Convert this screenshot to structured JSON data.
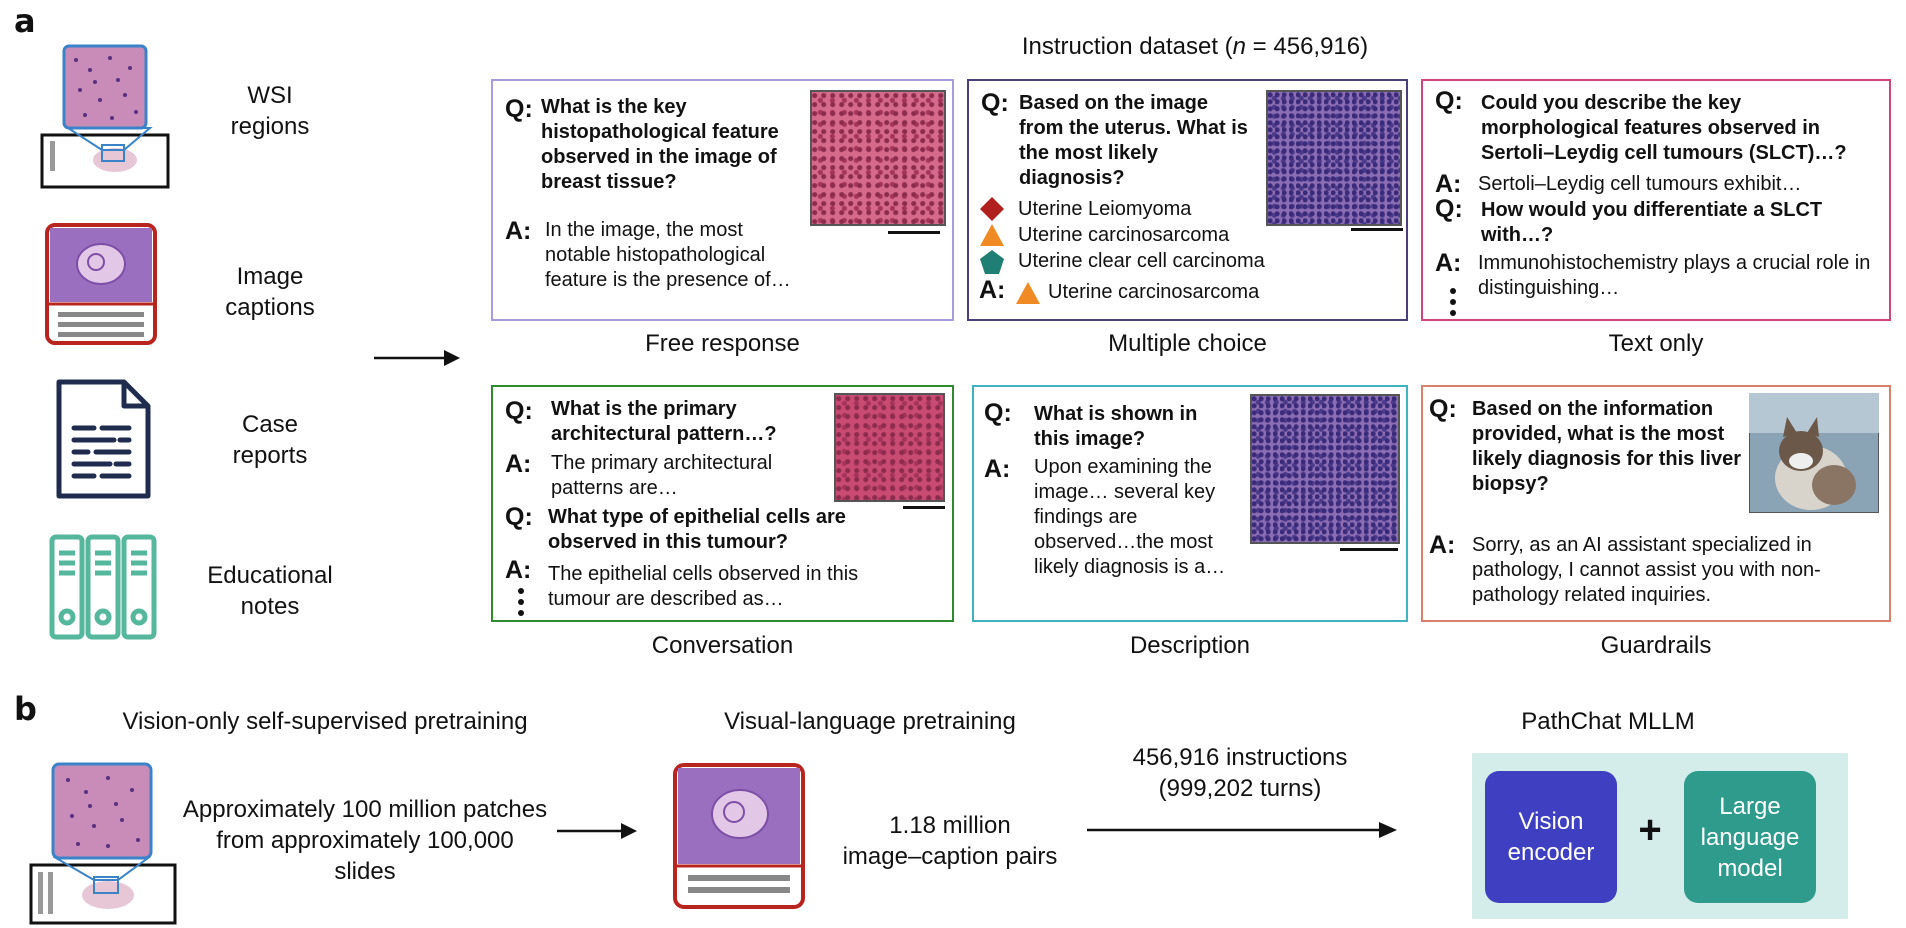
{
  "panel_a": {
    "letter": "a",
    "sources": [
      {
        "line1": "WSI",
        "line2": "regions"
      },
      {
        "line1": "Image",
        "line2": "captions"
      },
      {
        "line1": "Case",
        "line2": "reports"
      },
      {
        "line1": "Educational",
        "line2": "notes"
      }
    ],
    "dataset_title_prefix": "Instruction dataset (",
    "dataset_title_n": "n",
    "dataset_title_suffix": " = 456,916)",
    "q_mark": "Q:",
    "a_mark": "A:",
    "cards": {
      "free_response": {
        "caption": "Free response",
        "q": "What is the key histopathological feature observed in the image of breast tissue?",
        "a": "In the image, the most notable histopathological feature is the presence of…"
      },
      "multiple_choice": {
        "caption": "Multiple choice",
        "q": "Based on the image from the uterus. What is the most likely diagnosis?",
        "options": [
          "Uterine Leiomyoma",
          "Uterine carcinosarcoma",
          "Uterine clear cell carcinoma"
        ],
        "answer": "Uterine carcinosarcoma"
      },
      "text_only": {
        "caption": "Text only",
        "q1": "Could you describe the key morphological features observed in Sertoli–Leydig cell tumours (SLCT)…?",
        "a1": "Sertoli–Leydig cell tumours exhibit…",
        "q2": "How would you differentiate a SLCT with…?",
        "a2": "Immunohistochemistry plays a crucial role in distinguishing…"
      },
      "conversation": {
        "caption": "Conversation",
        "q1": "What is the primary architectural pattern…?",
        "a1": "The primary architectural patterns are…",
        "q2": "What type of epithelial cells are observed in this tumour?",
        "a2": "The epithelial cells observed in this tumour are described as…"
      },
      "description": {
        "caption": "Description",
        "q": "What is shown in this image?",
        "a": "Upon examining the image… several key findings are observed…the most likely diagnosis is a…"
      },
      "guardrails": {
        "caption": "Guardrails",
        "q": "Based on the information provided, what is the most likely diagnosis for this liver biopsy?",
        "a": "Sorry, as an AI assistant specialized in pathology, I cannot assist you with non-pathology related inquiries."
      }
    },
    "colors": {
      "free_response": "#a99be0",
      "multiple_choice": "#4a3f7a",
      "text_only": "#d0457a",
      "conversation": "#2e8b2e",
      "description": "#3fb3bf",
      "guardrails": "#d9806a",
      "diamond": "#b0201e",
      "triangle": "#f08a24",
      "pentagon": "#1f7f74"
    }
  },
  "panel_b": {
    "letter": "b",
    "stage1_title": "Vision-only self-supervised pretraining",
    "stage1_text1": "Approximately 100 million patches",
    "stage1_text2": "from approximately 100,000",
    "stage1_text3": "slides",
    "stage2_title": "Visual-language pretraining",
    "stage2_text1": "1.18 million",
    "stage2_text2": "image–caption pairs",
    "stage3_text1": "456,916 instructions",
    "stage3_text2": "(999,202 turns)",
    "model_title": "PathChat MLLM",
    "vision_encoder_1": "Vision",
    "vision_encoder_2": "encoder",
    "plus": "+",
    "llm_1": "Large",
    "llm_2": "language",
    "llm_3": "model",
    "colors": {
      "model_bg": "#d4ecea",
      "vision": "#3f3fc2",
      "llm": "#2e9b8c"
    }
  }
}
